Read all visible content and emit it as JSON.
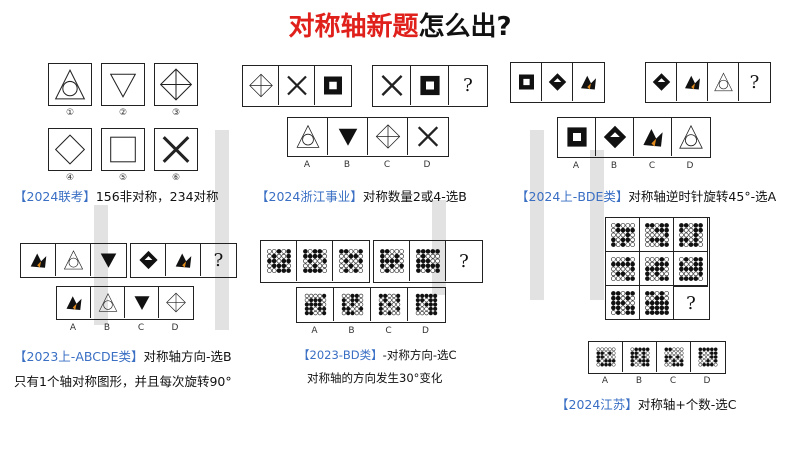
{
  "title": {
    "highlight": "对称轴新题",
    "rest": "怎么出?"
  },
  "panels": {
    "p1": {
      "labels": [
        "①",
        "②",
        "③",
        "④",
        "⑤",
        "⑥"
      ],
      "tag": "【2024联考】",
      "text": "156非对称，234对称"
    },
    "p2": {
      "options": [
        "A",
        "B",
        "C",
        "D"
      ],
      "question": "?",
      "tag": "【2024浙江事业】",
      "text": "对称数量2或4-选B"
    },
    "p3": {
      "options": [
        "A",
        "B",
        "C",
        "D"
      ],
      "question": "?",
      "tag": "【2024上-BDE类】",
      "text": "对称轴逆时针旋转45°-选A"
    },
    "p4": {
      "options": [
        "A",
        "B",
        "C",
        "D"
      ],
      "question": "?",
      "tag": "【2023上-ABCDE类】",
      "text": "对称轴方向-选B",
      "note": "只有1个轴对称图形，并且每次旋转90°"
    },
    "p5": {
      "options": [
        "A",
        "B",
        "C",
        "D"
      ],
      "question": "?",
      "tag": "【2023-BD类】",
      "text": "-对称方向-选C",
      "note": "对称轴的方向发生30°变化"
    },
    "p6": {
      "options": [
        "A",
        "B",
        "C",
        "D"
      ],
      "question": "?",
      "tag": "【2024江苏】",
      "text": "对称轴+个数-选C"
    }
  },
  "colors": {
    "title_red": "#e0201b",
    "tag_blue": "#3a6fc4",
    "accent_orange": "#e08a1e"
  }
}
